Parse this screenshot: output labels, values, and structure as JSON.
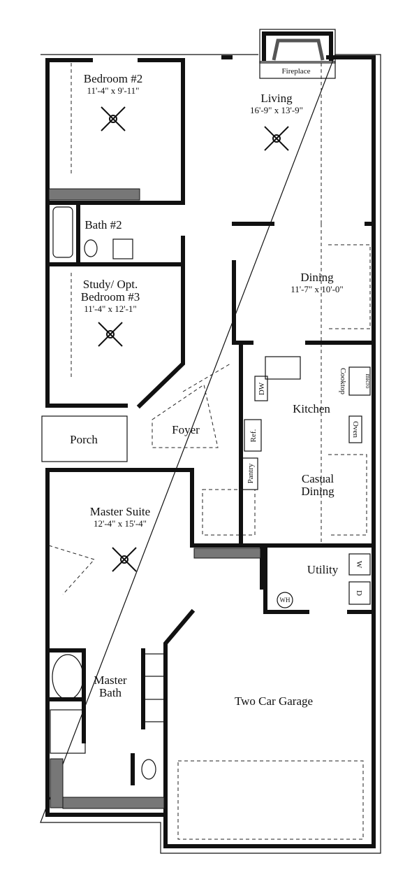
{
  "rooms": {
    "bedroom2": {
      "name": "Bedroom #2",
      "dim": "11'-4\" x 9'-11\""
    },
    "fireplace": {
      "name": "Fireplace"
    },
    "living": {
      "name": "Living",
      "dim": "16'-9\" x 13'-9\""
    },
    "bath2": {
      "name": "Bath #2"
    },
    "study": {
      "name": "Study/ Opt.",
      "name2": "Bedroom #3",
      "dim": "11'-4\" x 12'-1\""
    },
    "dining": {
      "name": "Dining",
      "dim": "11'-7\" x 10'-0\""
    },
    "kitchen": {
      "name": "Kitchen"
    },
    "porch": {
      "name": "Porch"
    },
    "foyer": {
      "name": "Foyer"
    },
    "casual_dining": {
      "name": "Casual",
      "name2": "Dining"
    },
    "master_suite": {
      "name": "Master Suite",
      "dim": "12'-4\" x 15'-4\""
    },
    "utility": {
      "name": "Utility"
    },
    "master_bath": {
      "name": "Master",
      "name2": "Bath"
    },
    "garage": {
      "name": "Two Car Garage"
    }
  },
  "fixtures": {
    "dw": "DW",
    "cooktop": "Cooktop",
    "micro": "micro",
    "ref": "Ref.",
    "oven": "Oven",
    "pantry": "Pantry",
    "washer": "W",
    "dryer": "D",
    "water_heater": "WH"
  }
}
